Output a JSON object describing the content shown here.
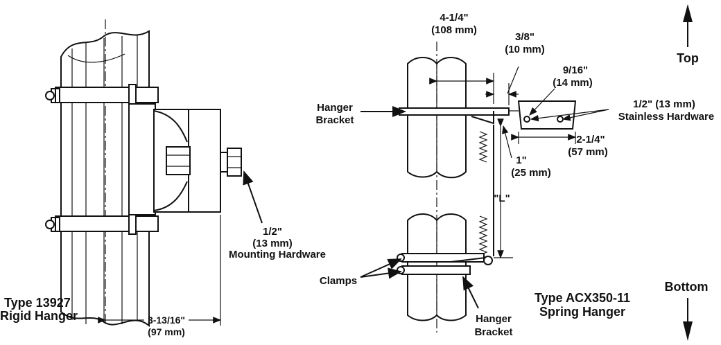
{
  "rigid": {
    "title_line1": "Type 13927",
    "title_line2": "Rigid Hanger",
    "hardware_line1": "1/2\"",
    "hardware_line2": "(13 mm)",
    "hardware_line3": "Mounting Hardware",
    "dim_line1": "3-13/16\"",
    "dim_line2": "(97 mm)"
  },
  "spring": {
    "title_line1": "Type ACX350-11",
    "title_line2": "Spring Hanger",
    "dim_width_line1": "4-1/4\"",
    "dim_width_line2": "(108 mm)",
    "dim_gap_line1": "3/8\"",
    "dim_gap_line2": "(10 mm)",
    "dim_hole_line1": "9/16\"",
    "dim_hole_line2": "(14 mm)",
    "stainless_line1": "1/2\" (13 mm)",
    "stainless_line2": "Stainless Hardware",
    "dim_plate_line1": "2-1/4\"",
    "dim_plate_line2": "(57 mm)",
    "dim_drop_line1": "1\"",
    "dim_drop_line2": "(25 mm)",
    "length_label": "\"L\"",
    "hanger_bracket_top_line1": "Hanger",
    "hanger_bracket_top_line2": "Bracket",
    "clamps_label": "Clamps",
    "hanger_bracket_bottom_line1": "Hanger",
    "hanger_bracket_bottom_line2": "Bracket"
  },
  "orientation": {
    "top": "Top",
    "bottom": "Bottom"
  }
}
